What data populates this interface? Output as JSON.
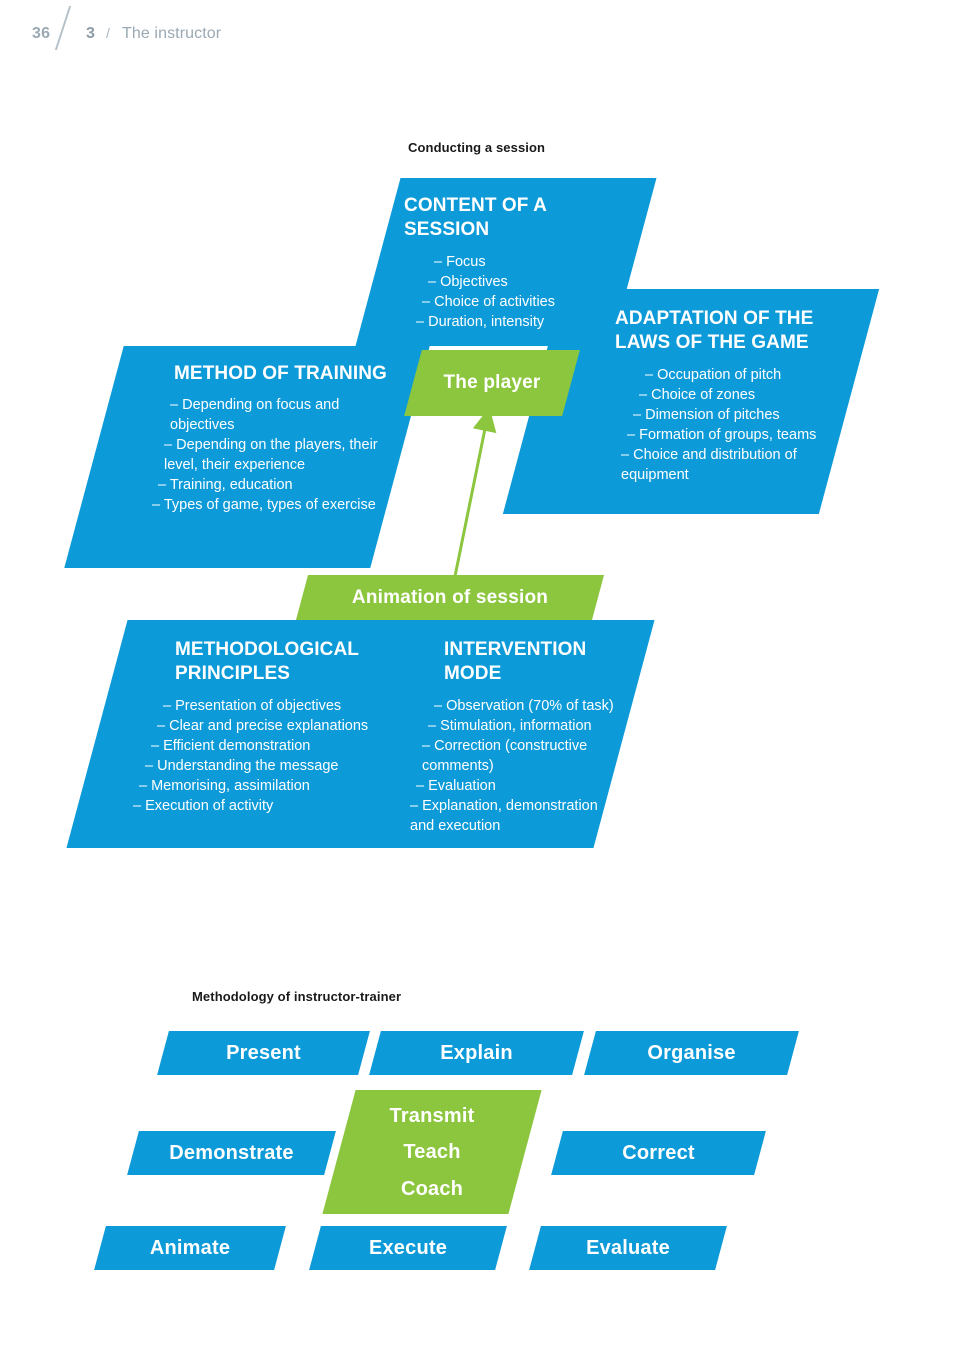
{
  "header": {
    "page_number": "36",
    "chapter_number": "3",
    "separator": "/",
    "chapter_title": "The instructor"
  },
  "diagram_top": {
    "caption": "Conducting a session",
    "cards": {
      "content_of_session": {
        "title": "CONTENT OF A SESSION",
        "items": [
          "– Focus",
          "– Objectives",
          "– Choice of activities",
          "– Duration, intensity"
        ]
      },
      "adaptation_laws": {
        "title": "ADAPTATION OF THE LAWS OF THE GAME",
        "items": [
          "– Occupation of pitch",
          "– Choice of zones",
          "– Dimension of pitches",
          "– Formation of groups, teams",
          "– Choice and distribution of equipment"
        ]
      },
      "method_of_training": {
        "title": "METHOD OF TRAINING",
        "items": [
          "– Depending on focus and objectives",
          "– Depending on the players, their level, their experience",
          "– Training, education",
          "– Types of game, types of exercise"
        ]
      },
      "methodological_principles": {
        "title": "METHODOLOGICAL PRINCIPLES",
        "items": [
          "– Presentation of objectives",
          "– Clear and precise explanations",
          "– Efficient demonstration",
          "– Understanding the message",
          "– Memorising, assimilation",
          "– Execution of activity"
        ]
      },
      "intervention_mode": {
        "title": "INTERVENTION MODE",
        "items": [
          "– Observation (70% of task)",
          "– Stimulation, information",
          "– Correction (constructive comments)",
          "– Evaluation",
          "– Explanation, demonstration and execution"
        ]
      }
    },
    "bands": {
      "player": "The player",
      "animation": "Animation of session"
    },
    "arrow": {
      "name": "animation-to-player-arrow",
      "color": "#8cc63f"
    }
  },
  "diagram_bottom": {
    "caption": "Methodology of instructor-trainer",
    "rows": [
      {
        "chips": [
          "Present",
          "Explain",
          "Organise"
        ]
      },
      {
        "chips": [
          "Demonstrate",
          "Correct"
        ]
      },
      {
        "chips": [
          "Animate",
          "Execute",
          "Evaluate"
        ]
      }
    ],
    "center_chip": {
      "lines": [
        "Transmit",
        "Teach",
        "Coach"
      ]
    }
  },
  "colors": {
    "blue": "#0d9ad8",
    "green": "#8cc63f",
    "header_gray": "#9aa9b3",
    "text_white": "#ffffff",
    "caption_black": "#1a1a1a"
  }
}
